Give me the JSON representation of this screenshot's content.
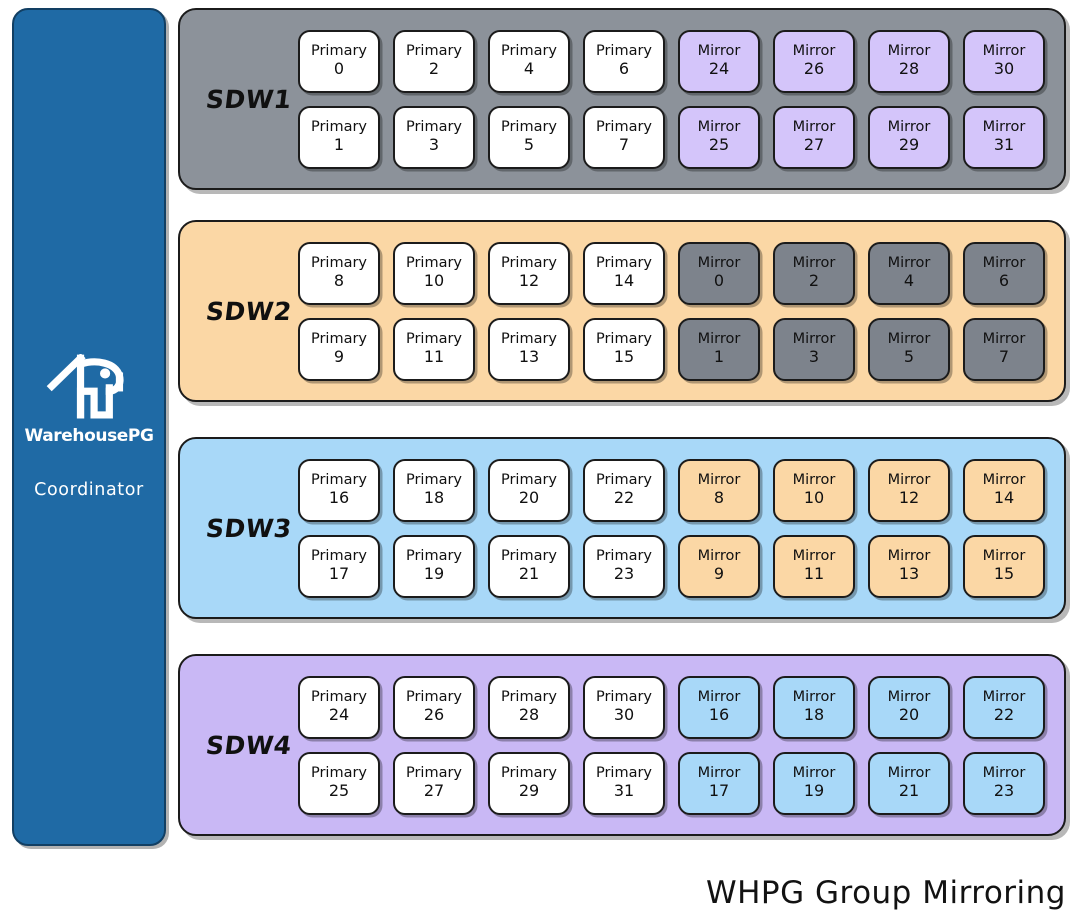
{
  "coordinator": {
    "icon": "warehousepg-elephant-house-logo",
    "brand": "WarehousePG",
    "role": "Coordinator",
    "color": "#1f6aa5"
  },
  "caption": "WHPG Group Mirroring",
  "labels": {
    "primary": "Primary",
    "mirror": "Mirror"
  },
  "hosts": [
    {
      "name": "SDW1",
      "row_color": "#8c929a",
      "mirror_style": "mirror-purple",
      "mirror_color": "#d4c5fa",
      "primaries": [
        "0",
        "1",
        "2",
        "3",
        "4",
        "5",
        "6",
        "7"
      ],
      "mirrors": [
        "24",
        "25",
        "26",
        "27",
        "28",
        "29",
        "30",
        "31"
      ]
    },
    {
      "name": "SDW2",
      "row_color": "#fbd7a5",
      "mirror_style": "mirror-gray",
      "mirror_color": "#7d838c",
      "primaries": [
        "8",
        "9",
        "10",
        "11",
        "12",
        "13",
        "14",
        "15"
      ],
      "mirrors": [
        "0",
        "1",
        "2",
        "3",
        "4",
        "5",
        "6",
        "7"
      ]
    },
    {
      "name": "SDW3",
      "row_color": "#a8d8f8",
      "mirror_style": "mirror-orange",
      "mirror_color": "#fbd7a5",
      "primaries": [
        "16",
        "17",
        "18",
        "19",
        "20",
        "21",
        "22",
        "23"
      ],
      "mirrors": [
        "8",
        "9",
        "10",
        "11",
        "12",
        "13",
        "14",
        "15"
      ]
    },
    {
      "name": "SDW4",
      "row_color": "#c9b8f5",
      "mirror_style": "mirror-blue",
      "mirror_color": "#a8d8f8",
      "primaries": [
        "24",
        "25",
        "26",
        "27",
        "28",
        "29",
        "30",
        "31"
      ],
      "mirrors": [
        "16",
        "17",
        "18",
        "19",
        "20",
        "21",
        "22",
        "23"
      ]
    }
  ]
}
